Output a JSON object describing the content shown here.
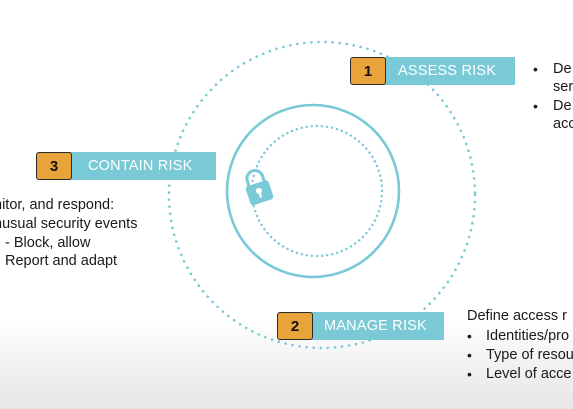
{
  "colors": {
    "accent_teal": "#79c9d6",
    "step_orange": "#e8a33a"
  },
  "steps": [
    {
      "number": "1",
      "label": "ASSESS RISK"
    },
    {
      "number": "2",
      "label": "MANAGE RISK"
    },
    {
      "number": "3",
      "label": "CONTAIN RISK"
    }
  ],
  "assess_bullets": [
    {
      "line1": "De",
      "line2": "ser"
    },
    {
      "line1": "De",
      "line2": "acc"
    }
  ],
  "contain_text": {
    "line1": "nitor, and respond:",
    "line2": "nusual security events",
    "line3": "- Block, allow",
    "line4": "Report and adapt"
  },
  "manage_text": {
    "heading": "Define access r",
    "bullets": [
      "Identities/pro",
      "Type of resou",
      "Level of acce"
    ]
  },
  "icons": {
    "center": "padlock-icon",
    "bullet": "bullet-dot"
  }
}
